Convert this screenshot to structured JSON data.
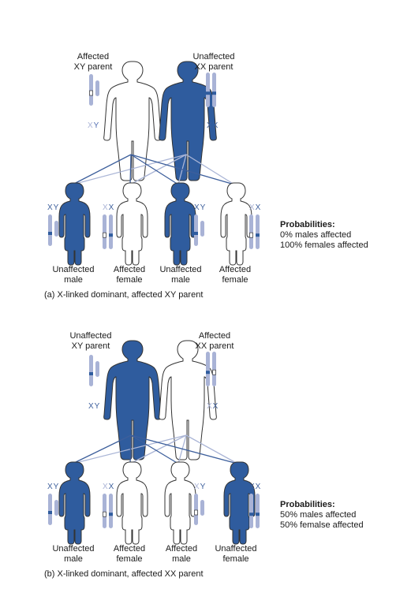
{
  "panels": [
    {
      "parent_left": {
        "label": "Affected\nXY parent",
        "label_line1": "Affected",
        "label_line2": "XY parent",
        "chrom": "XY",
        "affected": true
      },
      "parent_right": {
        "label_line1": "Unaffected",
        "label_line2": "XX parent",
        "chrom": "XX",
        "affected": false
      },
      "children": [
        {
          "label_line1": "Unaffected",
          "label_line2": "male",
          "chrom": "XY"
        },
        {
          "label_line1": "Affected",
          "label_line2": "female",
          "chrom": "XX"
        },
        {
          "label_line1": "Unaffected",
          "label_line2": "male",
          "chrom": "XY"
        },
        {
          "label_line1": "Affected",
          "label_line2": "female",
          "chrom": "XX"
        }
      ],
      "probabilities": {
        "title": "Probabilities:",
        "line1": "0% males affected",
        "line2": "100% females affected"
      },
      "caption": "(a) X-linked dominant, affected XY parent"
    },
    {
      "parent_left": {
        "label_line1": "Unaffected",
        "label_line2": "XY parent",
        "chrom": "XY",
        "affected": false
      },
      "parent_right": {
        "label_line1": "Affected",
        "label_line2": "XX parent",
        "chrom": "XX",
        "affected": true
      },
      "children": [
        {
          "label_line1": "Unaffected",
          "label_line2": "male",
          "chrom": "XY"
        },
        {
          "label_line1": "Affected",
          "label_line2": "female",
          "chrom": "XX"
        },
        {
          "label_line1": "Affected",
          "label_line2": "male",
          "chrom": "XY"
        },
        {
          "label_line1": "Unaffected",
          "label_line2": "female",
          "chrom": "XX"
        }
      ],
      "probabilities": {
        "title": "Probabilities:",
        "line1": "50% males affected",
        "line2": "50% femalse affected"
      },
      "caption": "(b) X-linked dominant, affected XX parent"
    }
  ],
  "colors": {
    "affected_fill": "#ffffff",
    "unaffected_fill": "#2f5c9e",
    "chromosome": "#a9b3d6",
    "line_dark": "#3d5f9c",
    "line_light": "#aab5d6"
  }
}
